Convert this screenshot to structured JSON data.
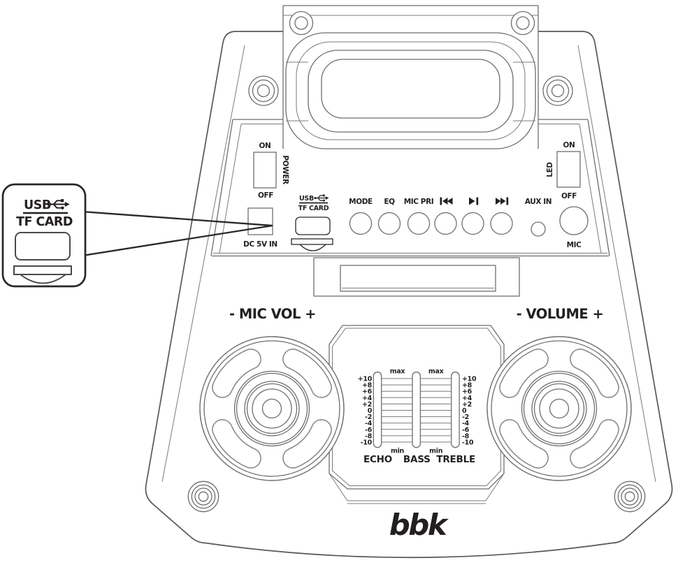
{
  "brand": "bbk",
  "callout": {
    "usb_label": "USB",
    "tf_card_label": "TF CARD"
  },
  "panel": {
    "power": {
      "on": "ON",
      "off": "OFF",
      "label": "POWER"
    },
    "dc_in_label": "DC 5V IN",
    "usb_slot": {
      "usb_label": "USB",
      "tf_card_label": "TF CARD"
    },
    "buttons": {
      "mode": "MODE",
      "eq": "EQ",
      "mic_pri": "MIC PRI"
    },
    "aux_in_label": "AUX IN",
    "mic_label": "MIC",
    "led": {
      "on": "ON",
      "off": "OFF",
      "label": "LED"
    }
  },
  "knobs": {
    "mic_vol": "- MIC VOL +",
    "volume": "- VOLUME +"
  },
  "equalizer": {
    "scale": [
      "+10",
      "+8",
      "+6",
      "+4",
      "+2",
      "0",
      "-2",
      "-4",
      "-6",
      "-8",
      "-10"
    ],
    "max": "max",
    "min": "min",
    "sliders": {
      "echo": "ECHO",
      "bass": "BASS",
      "treble": "TREBLE"
    }
  },
  "colors": {
    "line": "#6d6e70",
    "ink": "#231f20"
  }
}
